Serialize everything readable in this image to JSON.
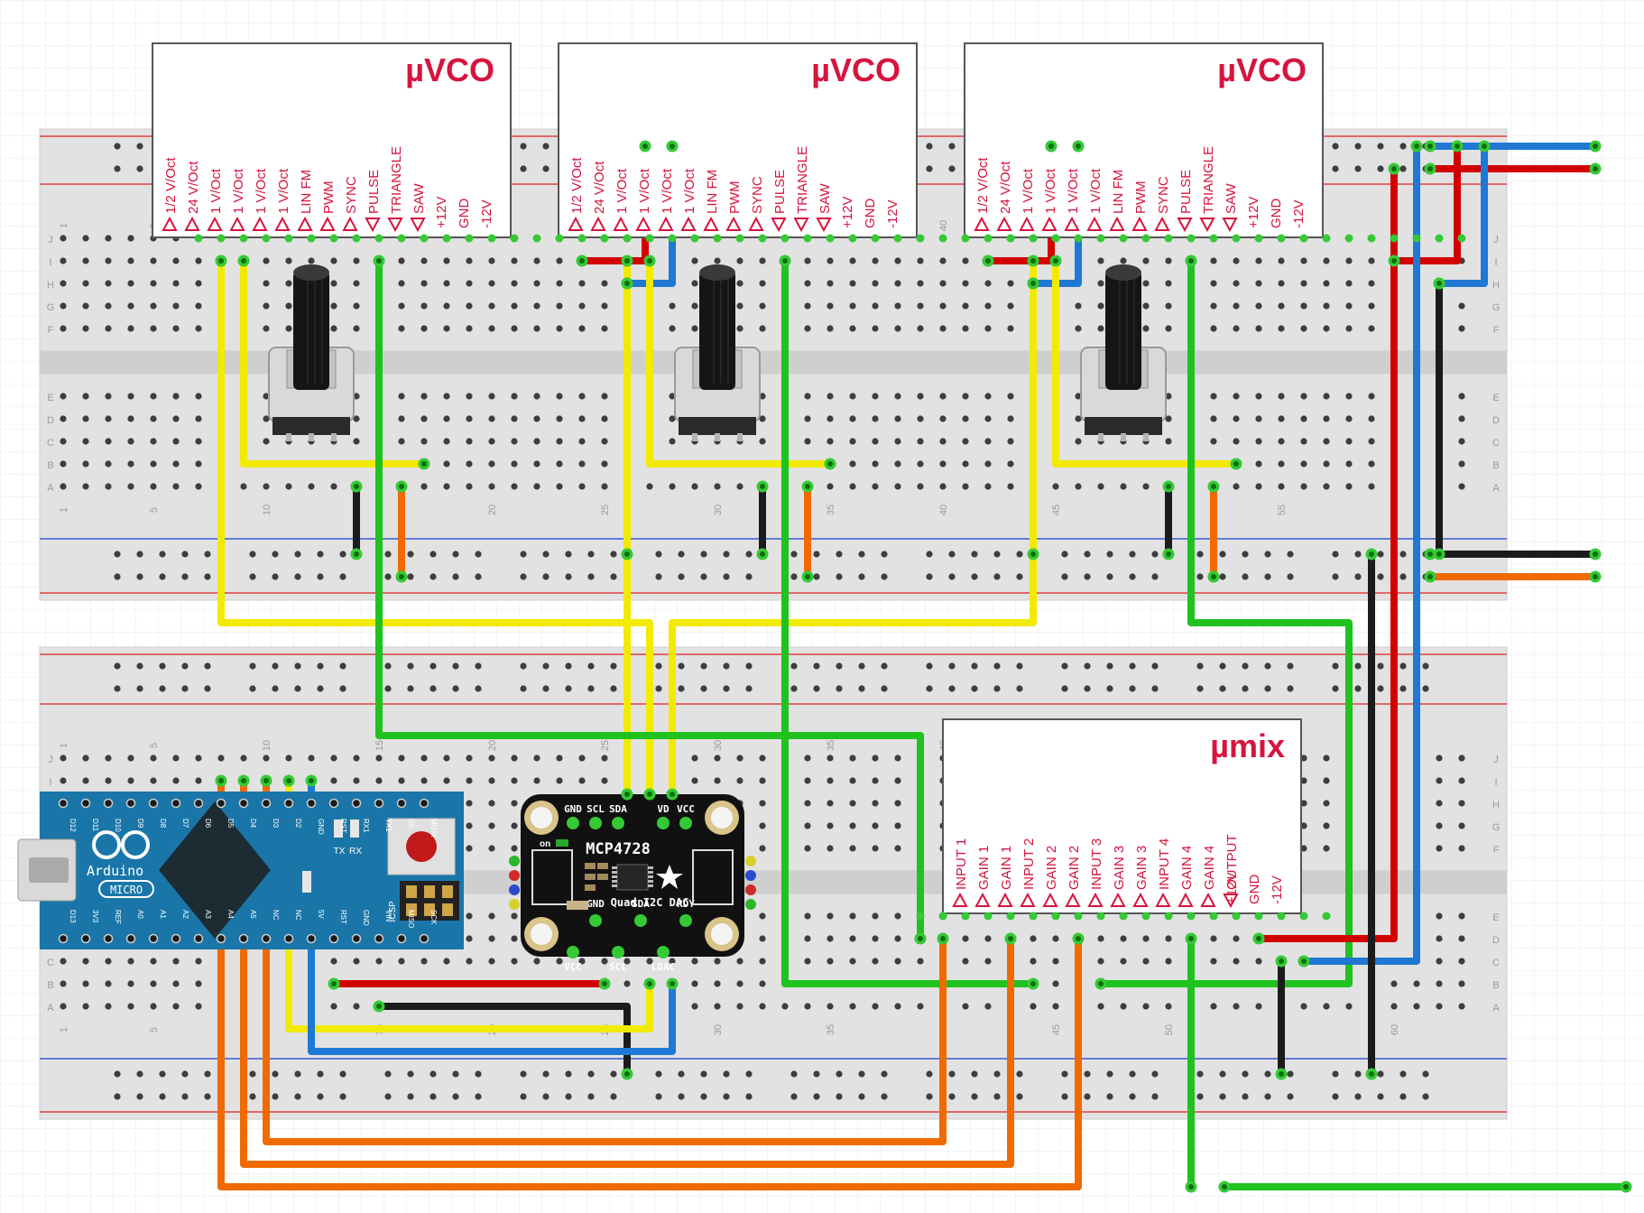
{
  "colors": {
    "board": "#e2e2e2",
    "board_edge": "#cfcfcf",
    "channel": "#cfcfcf",
    "hole": "#3e3e3e",
    "hole_active": "#35c936",
    "rail_red": "#e04141",
    "rail_blue": "#3b58d6",
    "module_title": "#d6143e",
    "wire_red": "#d30000",
    "wire_blue": "#1f78d4",
    "wire_black": "#1b1b1b",
    "wire_yellow": "#f2ea00",
    "wire_orange": "#f06a00",
    "wire_green": "#1fc21f",
    "arduino": "#1a76a8",
    "dac": "#111111"
  },
  "vco_title": "µVCO",
  "vco_pins": [
    "1/2 V/Oct",
    "24 V/Oct",
    "1 V/Oct",
    "1 V/Oct",
    "1 V/Oct",
    "1 V/Oct",
    "LIN FM",
    "PWM",
    "SYNC",
    "PULSE",
    "TRIANGLE",
    "SAW"
  ],
  "vco_pins_arrow": [
    "up",
    "up",
    "up",
    "up",
    "up",
    "up",
    "up",
    "up",
    "up",
    "down",
    "down",
    "down"
  ],
  "vco_power": [
    "+12V",
    "GND",
    "-12V"
  ],
  "mix_title": "µmix",
  "mix_pins": [
    "INPUT 1",
    "GAIN 1",
    "GAIN 1",
    "INPUT 2",
    "GAIN 2",
    "GAIN 2",
    "INPUT 3",
    "GAIN 3",
    "GAIN 3",
    "INPUT 4",
    "GAIN 4",
    "GAIN 4",
    "OUTPUT"
  ],
  "mix_pins_arrow": [
    "up",
    "up",
    "up",
    "up",
    "up",
    "up",
    "up",
    "up",
    "up",
    "up",
    "up",
    "up",
    "down"
  ],
  "mix_power": [
    "+12V",
    "GND",
    "-12V"
  ],
  "row_letters_top": [
    "J",
    "I",
    "H",
    "G",
    "F"
  ],
  "row_letters_bottom": [
    "E",
    "D",
    "C",
    "B",
    "A"
  ],
  "column_numbers": [
    "1",
    "5",
    "10",
    "15",
    "20",
    "25",
    "30",
    "35",
    "40",
    "45",
    "50",
    "55",
    "60"
  ],
  "dac": {
    "name": "MCP4728",
    "subtitle": "Quad I2C DAC",
    "top_pins": [
      "GND",
      "SCL",
      "SDA",
      "VD",
      "VCC"
    ],
    "bottom_pins": [
      "GND",
      "SDA",
      "RDY",
      "VCC",
      "SCL",
      "LDAC"
    ],
    "on_label": "on"
  },
  "arduino": {
    "brand": "Arduino",
    "model": "MICRO",
    "leds": [
      "TX",
      "RX"
    ],
    "header": "ICSP",
    "top_pins": [
      "D12",
      "D11",
      "D10",
      "D9",
      "D8",
      "D7",
      "D6",
      "D5",
      "D4",
      "D3",
      "D2",
      "GND",
      "RST",
      "RX1",
      "TX1",
      "SS",
      "MOSI"
    ],
    "bottom_pins": [
      "D13",
      "3V3",
      "REF",
      "A0",
      "A1",
      "A2",
      "A3",
      "A4",
      "A5",
      "NC",
      "NC",
      "5V",
      "RST",
      "GND",
      "VIN",
      "MISO",
      "SCK"
    ]
  }
}
